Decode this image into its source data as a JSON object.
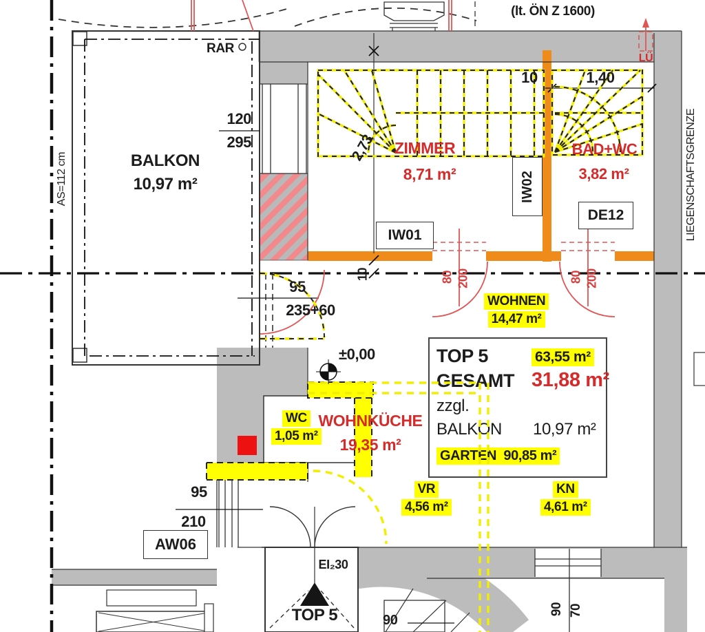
{
  "top": {
    "norm_note": "(lt. ÖN Z 1600)",
    "rar_label": "RAR",
    "lue_label": "LÜ"
  },
  "boundary": {
    "property_line": "LIEGENSCHAFTSGRENZE",
    "balcony_parapet": "AS=112 cm"
  },
  "rooms": {
    "balkon": {
      "name": "BALKON",
      "area": "10,97 m²"
    },
    "zimmer": {
      "name": "ZIMMER",
      "area": "8,71 m²"
    },
    "bad": {
      "name": "BAD+WC",
      "area": "3,82 m²"
    },
    "wohnen": {
      "name": "WOHNEN",
      "area": "14,47 m²"
    },
    "wc": {
      "name": "WC",
      "area": "1,05 m²"
    },
    "wohnkueche": {
      "name": "WOHNKÜCHE",
      "area": "19,35 m²"
    },
    "vr": {
      "name": "VR",
      "area": "4,56 m²"
    },
    "kn": {
      "name": "KN",
      "area": "4,61 m²"
    }
  },
  "info_box": {
    "top_label": "TOP 5",
    "top_area": "63,55 m²",
    "gesamt_label": "GESAMT",
    "gesamt_area": "31,88 m²",
    "zzgl": "zzgl.",
    "balkon_label": "BALKON",
    "balkon_area": "10,97 m²",
    "garten_label": "GARTEN",
    "garten_area": "90,85 m²"
  },
  "entry": {
    "door_code": "EI₂30",
    "unit_label": "TOP 5"
  },
  "level": {
    "value": "±0,00"
  },
  "components": {
    "iw01": "IW01",
    "iw02": "IW02",
    "de12": "DE12",
    "aw06": "AW06"
  },
  "dimensions": {
    "balcony_window_w": "120",
    "balcony_window_h": "295",
    "balcony_door_w": "95",
    "balcony_door_h": "235+60",
    "wall_gap": "10",
    "bad_width": "1,40",
    "stair_run": "2,73",
    "door1_w": "80",
    "door1_h": "200",
    "door2_w": "80",
    "door2_h": "200",
    "axis_wall": "10",
    "entry_window_w": "95",
    "entry_window_h": "210",
    "kn_window_w": "90",
    "kn_window_h": "70",
    "stair_width": "90"
  },
  "colors": {
    "wall_gray": "#bcbcbc",
    "wall_orange": "#ef8b1b",
    "highlight_yellow": "#ffff00",
    "stair_yellow": "#f2ee00",
    "room_text_red": "#d62b2b",
    "door_red": "#e05555",
    "hatch_pink": "#f2898d",
    "marker_red": "#ee1111"
  }
}
